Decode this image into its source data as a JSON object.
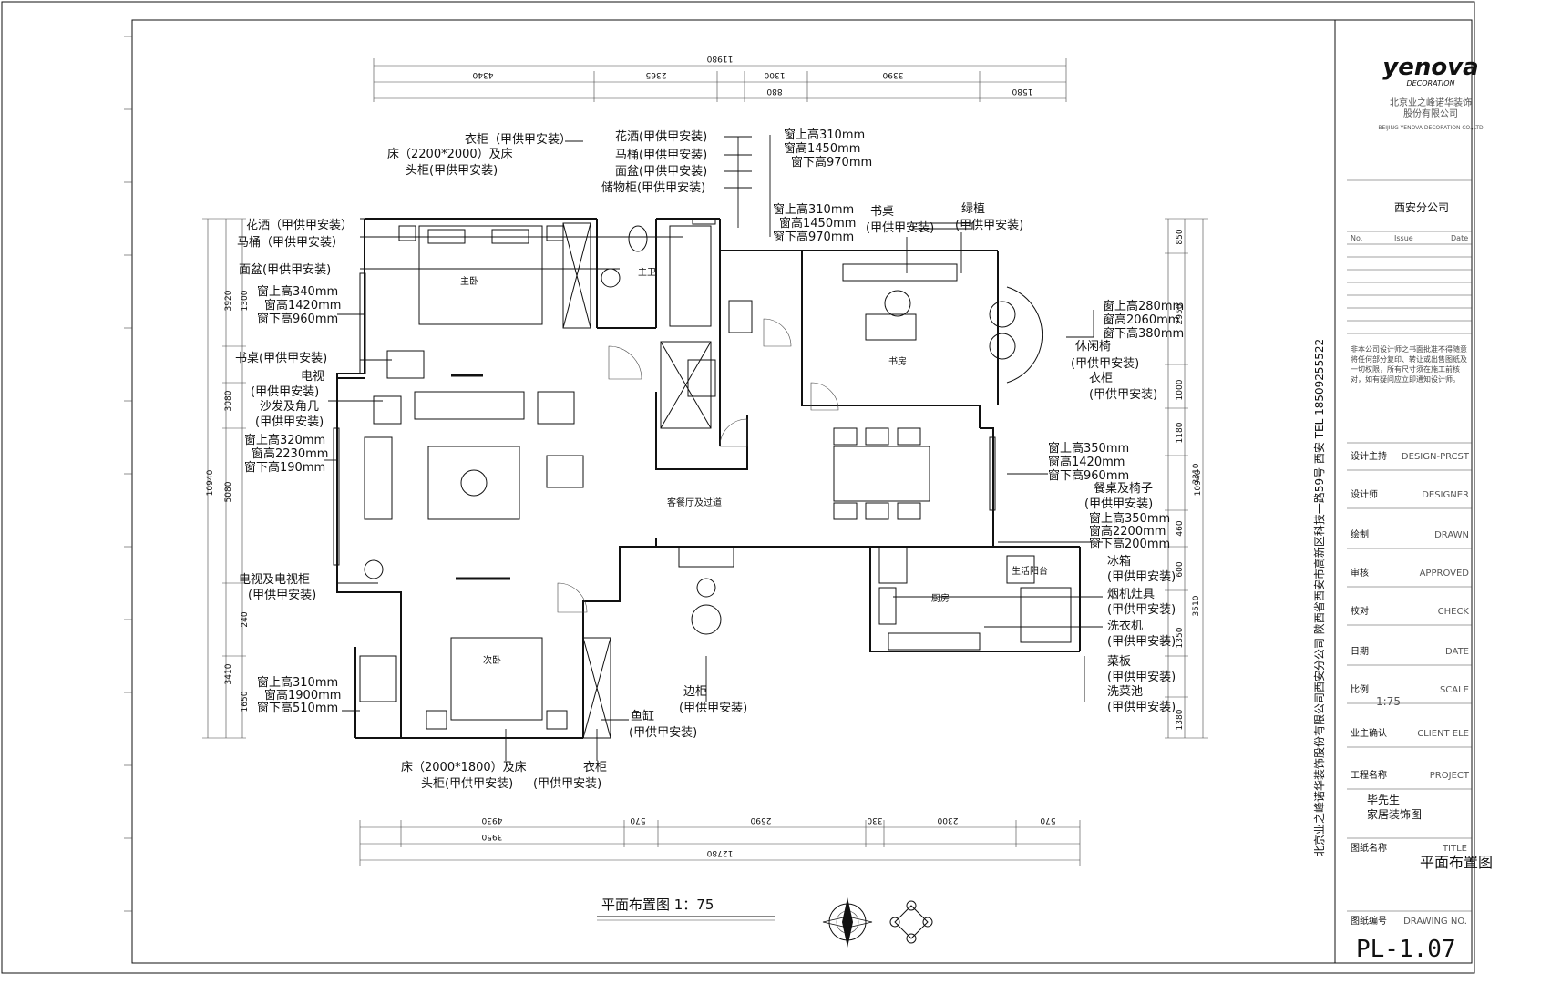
{
  "company": {
    "logo_text": "yenova",
    "logo_sub": "DECORATION",
    "name_cn": "北京业之峰诺华装饰",
    "name_cn2": "股份有限公司",
    "name_en": "BEIJING YENOVA DECORATION CO.,LTD",
    "branch": "西安分公司",
    "vertical": "北京业之峰诺华装饰股份有限公司西安分公司 陕西省西安市高新区科技一路59号 西安 TEL 18509255522"
  },
  "title_block": {
    "rev_header": [
      "No.",
      "Issue",
      "Date"
    ],
    "notice": "非本公司设计师之书面批准不得随意将任何部分复印、转让或出售图纸及一切权限，所有尺寸须在施工前核对，如有疑问应立即通知设计师。",
    "rows": [
      {
        "cn": "设计主持",
        "en": "DESIGN-PRCST",
        "value": ""
      },
      {
        "cn": "设计师",
        "en": "DESIGNER",
        "value": ""
      },
      {
        "cn": "绘制",
        "en": "DRAWN",
        "value": ""
      },
      {
        "cn": "审核",
        "en": "APPROVED",
        "value": ""
      },
      {
        "cn": "校对",
        "en": "CHECK",
        "value": ""
      },
      {
        "cn": "日期",
        "en": "DATE",
        "value": ""
      },
      {
        "cn": "比例",
        "en": "SCALE",
        "value": "1:75"
      },
      {
        "cn": "业主确认",
        "en": "CLIENT ELE",
        "value": ""
      },
      {
        "cn": "工程名称",
        "en": "PROJECT",
        "value": "毕先生\n家居装饰图"
      },
      {
        "cn": "图纸名称",
        "en": "TITLE",
        "value": "平面布置图"
      },
      {
        "cn": "图纸编号",
        "en": "DRAWING NO.",
        "value": "PL-1.07"
      }
    ]
  },
  "drawing": {
    "caption": "平面布置图  1：75",
    "rooms": {
      "master_bedroom": "主卧",
      "master_bath": "主卫",
      "study": "书房",
      "living_corridor": "客餐厅及过道",
      "kitchen": "厨房",
      "balcony": "生活阳台",
      "second_bedroom": "次卧"
    },
    "labels_left": [
      "衣柜（甲供甲安装）",
      "床（2200*2000）及床",
      "头柜(甲供甲安装)",
      "花洒（甲供甲安装）",
      "马桶（甲供甲安装）",
      "面盆(甲供甲安装)",
      "窗上高340mm",
      "窗高1420mm",
      "窗下高960mm",
      "书桌(甲供甲安装)",
      "电视",
      "(甲供甲安装)",
      "沙发及角几",
      "(甲供甲安装)",
      "窗上高320mm",
      "窗高2230mm",
      "窗下高190mm",
      "电视及电视柜",
      "(甲供甲安装)",
      "窗上高310mm",
      "窗高1900mm",
      "窗下高510mm"
    ],
    "labels_top": [
      "花洒(甲供甲安装)",
      "马桶(甲供甲安装)",
      "面盆(甲供甲安装)",
      "储物柜(甲供甲安装)",
      "窗上高310mm",
      "窗高1450mm",
      "窗下高970mm",
      "窗上高310mm",
      "窗高1450mm",
      "窗下高970mm",
      "书桌",
      "(甲供甲安装)",
      "绿植",
      "(甲供甲安装)"
    ],
    "labels_right": [
      "窗上高280mm",
      "窗高2060mm",
      "窗下高380mm",
      "休闲椅",
      "(甲供甲安装)",
      "衣柜",
      "(甲供甲安装)",
      "窗上高350mm",
      "窗高1420mm",
      "窗下高960mm",
      "餐桌及椅子",
      "(甲供甲安装)",
      "窗上高350mm",
      "窗高2200mm",
      "窗下高200mm",
      "冰箱",
      "(甲供甲安装)",
      "烟机灶具",
      "(甲供甲安装)",
      "洗衣机",
      "(甲供甲安装)",
      "菜板",
      "(甲供甲安装)",
      "洗菜池",
      "(甲供甲安装)"
    ],
    "labels_bottom": [
      "边柜",
      "(甲供甲安装)",
      "鱼缸",
      "(甲供甲安装)",
      "床（2000*1800）及床",
      "头柜(甲供甲安装)",
      "衣柜",
      "(甲供甲安装)"
    ],
    "dims_top": [
      "11980",
      "4340",
      "2365",
      "1300",
      "880",
      "3390",
      "1580"
    ],
    "dims_bottom": [
      "12780",
      "3950",
      "4930",
      "570",
      "2590",
      "330",
      "2300",
      "570"
    ],
    "dims_left": [
      "10940",
      "3920",
      "1300",
      "3080",
      "5080",
      "240",
      "3410",
      "1650"
    ],
    "dims_right": [
      "10940",
      "850",
      "2950",
      "1000",
      "1180",
      "3310",
      "460",
      "600",
      "3510",
      "1350",
      "1380"
    ]
  }
}
